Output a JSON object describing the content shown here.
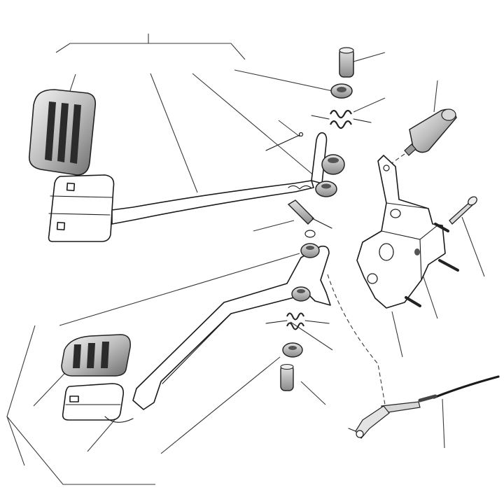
{
  "diagram": {
    "parts": [
      {
        "id": "brake-pedal-pad-cover",
        "icon": "brake-pad-cover-icon"
      },
      {
        "id": "brake-pedal-arm",
        "icon": "brake-pedal-arm-icon"
      },
      {
        "id": "clutch-pedal-pad-cover",
        "icon": "clutch-pad-cover-icon"
      },
      {
        "id": "clutch-pedal-arm",
        "icon": "clutch-pedal-arm-icon"
      },
      {
        "id": "pedal-support-bracket",
        "icon": "bracket-icon"
      },
      {
        "id": "master-cylinder-pushrod",
        "icon": "cylinder-icon"
      },
      {
        "id": "pivot-bolt",
        "icon": "bolt-icon"
      },
      {
        "id": "clutch-cable",
        "icon": "cable-icon"
      },
      {
        "id": "bushings",
        "icon": "bushing-icon"
      },
      {
        "id": "return-springs",
        "icon": "spring-icon"
      },
      {
        "id": "clevis-pin",
        "icon": "pin-icon"
      }
    ],
    "colors": {
      "ink": "#1a1a1a",
      "leader": "#3a3a3a",
      "metal_dark": "#2b2b2b",
      "metal_light": "#c9c9c9"
    }
  }
}
